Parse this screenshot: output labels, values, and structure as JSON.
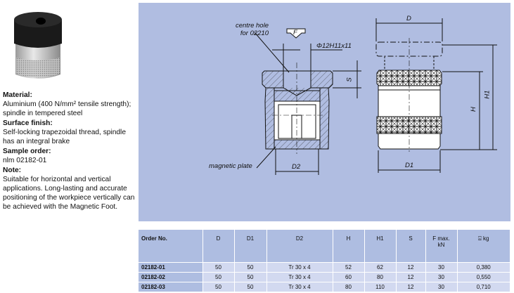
{
  "description": {
    "material_heading": "Material:",
    "material_text": "Aluminium (400 N/mm² tensile strength); spindle in tempered steel",
    "finish_heading": "Surface finish:",
    "finish_text": "Self-locking trapezoidal thread, spindle has an integral brake",
    "sample_heading": "Sample order:",
    "sample_text": "nlm 02182-01",
    "note_heading": "Note:",
    "note_text": "Suitable for horizontal and vertical applications. Long-lasting and accurate positioning of the workpiece vertically can be achieved with the Magnetic Foot."
  },
  "drawing": {
    "centre_hole": "centre hole",
    "centre_hole_for": "for 02210",
    "force": "F",
    "hole_dim": "Φ12H11x11",
    "s": "S",
    "magnetic_plate": "magnetic plate",
    "d2": "D2",
    "d": "D",
    "d1": "D1",
    "h": "H",
    "h1": "H1"
  },
  "table": {
    "headers": [
      "Order No.",
      "D",
      "D1",
      "D2",
      "H",
      "H1",
      "S",
      "F max. kN",
      "kg"
    ],
    "weight_icon": "weight-icon",
    "rows": [
      [
        "02182-01",
        "50",
        "50",
        "Tr 30 x 4",
        "52",
        "62",
        "12",
        "30",
        "0,380"
      ],
      [
        "02182-02",
        "50",
        "50",
        "Tr 30 x 4",
        "60",
        "80",
        "12",
        "30",
        "0,550"
      ],
      [
        "02182-03",
        "50",
        "50",
        "Tr 30 x 4",
        "80",
        "110",
        "12",
        "30",
        "0,710"
      ]
    ]
  }
}
